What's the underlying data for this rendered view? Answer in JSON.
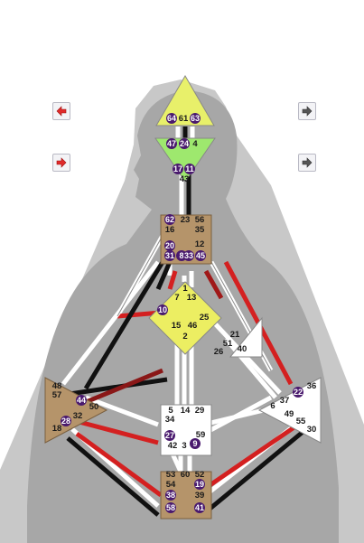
{
  "colors": {
    "background": "#ffffff",
    "silhouette_outer": "#c8c8c8",
    "silhouette_inner": "#b5b5b5",
    "head_fill": "#e8f06a",
    "ajna_fill": "#9ee86e",
    "throat_fill": "#b5946a",
    "g_center_fill": "#ecee62",
    "root_fill": "#b5946a",
    "sacral_fill": "#ffffff",
    "spleen_fill": "#b5946a",
    "solar_plexus_fill": "#ffffff",
    "ego_fill": "#ffffff",
    "active_red": "#d42020",
    "active_black": "#111111",
    "gate_circle": "#4a1a6e"
  },
  "left_controls": [
    {
      "icon": "left-arrow-red"
    },
    {
      "icon": "right-arrow-red"
    }
  ],
  "right_controls": [
    {
      "icon": "right-arrow-gray"
    },
    {
      "icon": "right-arrow-gray"
    }
  ],
  "gates": [
    {
      "n": "64",
      "active": true
    },
    {
      "n": "61",
      "active": false
    },
    {
      "n": "63",
      "active": true
    },
    {
      "n": "47",
      "active": true
    },
    {
      "n": "24",
      "active": true
    },
    {
      "n": "4",
      "active": false
    },
    {
      "n": "17",
      "active": true
    },
    {
      "n": "11",
      "active": true
    },
    {
      "n": "43",
      "active": false
    },
    {
      "n": "62",
      "active": true
    },
    {
      "n": "23",
      "active": false
    },
    {
      "n": "56",
      "active": false
    },
    {
      "n": "16",
      "active": false
    },
    {
      "n": "35",
      "active": false
    },
    {
      "n": "20",
      "active": true
    },
    {
      "n": "12",
      "active": false
    },
    {
      "n": "31",
      "active": true
    },
    {
      "n": "8",
      "active": true
    },
    {
      "n": "33",
      "active": true
    },
    {
      "n": "45",
      "active": true
    },
    {
      "n": "1",
      "active": false
    },
    {
      "n": "7",
      "active": false
    },
    {
      "n": "13",
      "active": false
    },
    {
      "n": "10",
      "active": true
    },
    {
      "n": "25",
      "active": false
    },
    {
      "n": "15",
      "active": false
    },
    {
      "n": "46",
      "active": false
    },
    {
      "n": "2",
      "active": false
    },
    {
      "n": "21",
      "active": false
    },
    {
      "n": "51",
      "active": false
    },
    {
      "n": "26",
      "active": false
    },
    {
      "n": "40",
      "active": false
    },
    {
      "n": "48",
      "active": false
    },
    {
      "n": "57",
      "active": false
    },
    {
      "n": "44",
      "active": true
    },
    {
      "n": "50",
      "active": false
    },
    {
      "n": "32",
      "active": false
    },
    {
      "n": "28",
      "active": true
    },
    {
      "n": "18",
      "active": false
    },
    {
      "n": "5",
      "active": false
    },
    {
      "n": "14",
      "active": false
    },
    {
      "n": "29",
      "active": false
    },
    {
      "n": "34",
      "active": false
    },
    {
      "n": "27",
      "active": true
    },
    {
      "n": "59",
      "active": false
    },
    {
      "n": "42",
      "active": false
    },
    {
      "n": "3",
      "active": false
    },
    {
      "n": "9",
      "active": true
    },
    {
      "n": "36",
      "active": false
    },
    {
      "n": "22",
      "active": true
    },
    {
      "n": "37",
      "active": false
    },
    {
      "n": "6",
      "active": false
    },
    {
      "n": "49",
      "active": false
    },
    {
      "n": "55",
      "active": false
    },
    {
      "n": "30",
      "active": false
    },
    {
      "n": "53",
      "active": false
    },
    {
      "n": "60",
      "active": false
    },
    {
      "n": "52",
      "active": false
    },
    {
      "n": "54",
      "active": false
    },
    {
      "n": "19",
      "active": true
    },
    {
      "n": "38",
      "active": true
    },
    {
      "n": "39",
      "active": false
    },
    {
      "n": "58",
      "active": true
    },
    {
      "n": "41",
      "active": true
    }
  ]
}
